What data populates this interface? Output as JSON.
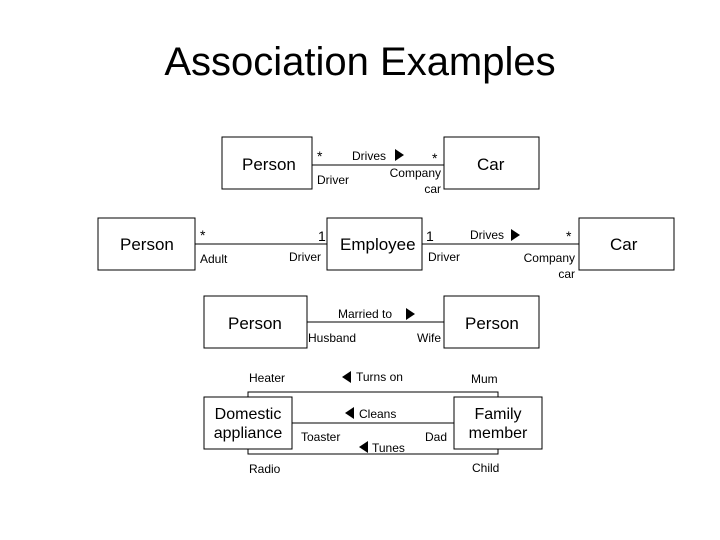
{
  "title": "Association Examples",
  "diagrams": [
    {
      "classes": [
        "Person",
        "Car"
      ],
      "association": {
        "name": "Drives",
        "direction": "right",
        "left_end": {
          "multiplicity": "*",
          "role": "Driver"
        },
        "right_end": {
          "multiplicity": "*",
          "role": "Company car"
        }
      }
    },
    {
      "classes": [
        "Person",
        "Employee",
        "Car"
      ],
      "associations": [
        {
          "left_end": {
            "multiplicity": "*",
            "role": "Adult"
          },
          "right_end": {
            "multiplicity": "1",
            "role": "Driver"
          }
        },
        {
          "name": "Drives",
          "direction": "right",
          "left_end": {
            "multiplicity": "1",
            "role": "Driver"
          },
          "right_end": {
            "multiplicity": "*",
            "role": "Company car"
          }
        }
      ]
    },
    {
      "classes": [
        "Person",
        "Person"
      ],
      "association": {
        "name": "Married to",
        "direction": "right",
        "left_end": {
          "role": "Husband"
        },
        "right_end": {
          "role": "Wife"
        }
      }
    },
    {
      "classes": [
        "Domestic appliance",
        "Family member"
      ],
      "associations": [
        {
          "name": "Turns on",
          "direction": "left",
          "left_role": "Heater",
          "right_role": "Mum"
        },
        {
          "name": "Cleans",
          "direction": "left",
          "left_role": "Toaster",
          "right_role": "Dad"
        },
        {
          "name": "Tunes",
          "direction": "left",
          "left_role": "Radio",
          "right_role": "Child"
        }
      ]
    }
  ]
}
